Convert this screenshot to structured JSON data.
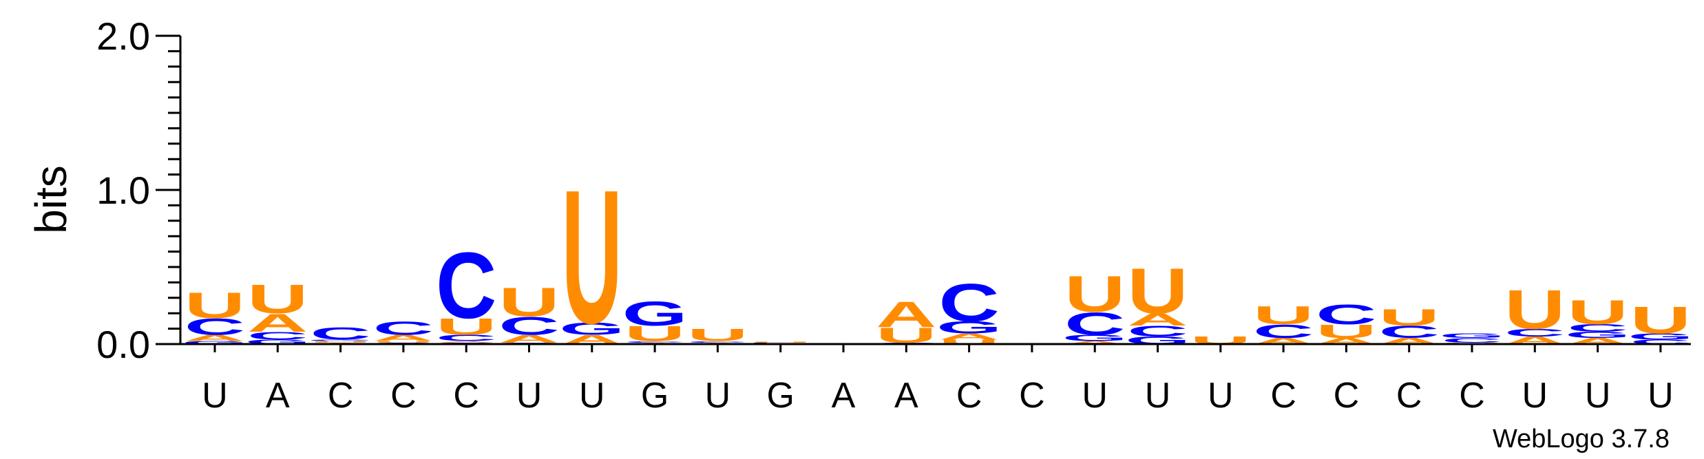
{
  "chart_data": {
    "type": "sequence-logo",
    "ylabel": "bits",
    "ylim": [
      0,
      2.0
    ],
    "yticks": [
      {
        "value": 0.0,
        "label": "0.0"
      },
      {
        "value": 1.0,
        "label": "1.0"
      },
      {
        "value": 2.0,
        "label": "2.0"
      }
    ],
    "positions": [
      {
        "label": "U",
        "stack": [
          [
            "G",
            0.02
          ],
          [
            "A",
            0.04
          ],
          [
            "C",
            0.11
          ],
          [
            "U",
            0.17
          ]
        ]
      },
      {
        "label": "A",
        "stack": [
          [
            "G",
            0.03
          ],
          [
            "C",
            0.05
          ],
          [
            "A",
            0.12
          ],
          [
            "U",
            0.19
          ]
        ]
      },
      {
        "label": "C",
        "stack": [
          [
            "A",
            0.01
          ],
          [
            "U",
            0.01
          ],
          [
            "G",
            0.01
          ],
          [
            "C",
            0.08
          ]
        ]
      },
      {
        "label": "C",
        "stack": [
          [
            "G",
            0.01
          ],
          [
            "U",
            0.01
          ],
          [
            "A",
            0.04
          ],
          [
            "C",
            0.09
          ]
        ]
      },
      {
        "label": "C",
        "stack": [
          [
            "G",
            0.01
          ],
          [
            "A",
            0.01
          ],
          [
            "C",
            0.04
          ],
          [
            "U",
            0.11
          ],
          [
            "C",
            0.44
          ]
        ]
      },
      {
        "label": "U",
        "stack": [
          [
            "G",
            0.01
          ],
          [
            "A",
            0.05
          ],
          [
            "C",
            0.12
          ],
          [
            "U",
            0.19
          ]
        ]
      },
      {
        "label": "U",
        "stack": [
          [
            "A",
            0.06
          ],
          [
            "G",
            0.08
          ],
          [
            "U",
            0.89
          ]
        ]
      },
      {
        "label": "G",
        "stack": [
          [
            "A",
            0.01
          ],
          [
            "C",
            0.01
          ],
          [
            "U",
            0.1
          ],
          [
            "G",
            0.16
          ]
        ]
      },
      {
        "label": "U",
        "stack": [
          [
            "A",
            0.01
          ],
          [
            "C",
            0.01
          ],
          [
            "U",
            0.08
          ]
        ]
      },
      {
        "label": "G",
        "stack": [
          [
            "A",
            0.005
          ],
          [
            "C",
            0.005
          ],
          [
            "U",
            0.005
          ]
        ]
      },
      {
        "label": "A",
        "stack": []
      },
      {
        "label": "A",
        "stack": [
          [
            "C",
            0.01
          ],
          [
            "U",
            0.1
          ],
          [
            "A",
            0.17
          ]
        ]
      },
      {
        "label": "C",
        "stack": [
          [
            "U",
            0.03
          ],
          [
            "A",
            0.04
          ],
          [
            "G",
            0.08
          ],
          [
            "C",
            0.25
          ]
        ]
      },
      {
        "label": "C",
        "stack": [
          [
            "G",
            0.003
          ],
          [
            "U",
            0.004
          ]
        ]
      },
      {
        "label": "U",
        "stack": [
          [
            "A",
            0.02
          ],
          [
            "G",
            0.04
          ],
          [
            "C",
            0.15
          ],
          [
            "U",
            0.24
          ]
        ]
      },
      {
        "label": "U",
        "stack": [
          [
            "G",
            0.05
          ],
          [
            "C",
            0.07
          ],
          [
            "A",
            0.08
          ],
          [
            "U",
            0.3
          ]
        ]
      },
      {
        "label": "U",
        "stack": [
          [
            "U",
            0.05
          ]
        ]
      },
      {
        "label": "C",
        "stack": [
          [
            "A",
            0.04
          ],
          [
            "C",
            0.09
          ],
          [
            "U",
            0.12
          ]
        ]
      },
      {
        "label": "C",
        "stack": [
          [
            "A",
            0.04
          ],
          [
            "U",
            0.09
          ],
          [
            "C",
            0.13
          ]
        ]
      },
      {
        "label": "C",
        "stack": [
          [
            "A",
            0.04
          ],
          [
            "C",
            0.08
          ],
          [
            "U",
            0.11
          ]
        ]
      },
      {
        "label": "C",
        "stack": [
          [
            "U",
            0.01
          ],
          [
            "C",
            0.03
          ],
          [
            "G",
            0.03
          ]
        ]
      },
      {
        "label": "U",
        "stack": [
          [
            "A",
            0.05
          ],
          [
            "C",
            0.05
          ],
          [
            "U",
            0.26
          ]
        ]
      },
      {
        "label": "U",
        "stack": [
          [
            "A",
            0.04
          ],
          [
            "G",
            0.04
          ],
          [
            "C",
            0.05
          ],
          [
            "U",
            0.16
          ]
        ]
      },
      {
        "label": "U",
        "stack": [
          [
            "C",
            0.03
          ],
          [
            "G",
            0.04
          ],
          [
            "U",
            0.18
          ]
        ]
      }
    ],
    "colors": {
      "U": "#ff8c00",
      "A": "#ff8c00",
      "C": "#0000ff",
      "G": "#0000ff",
      "axis": "#000000"
    },
    "footer": "WebLogo 3.7.8"
  }
}
